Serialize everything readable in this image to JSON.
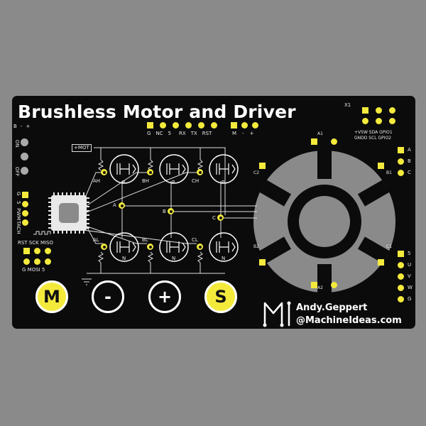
{
  "board": {
    "title": "Brushless Motor and Driver",
    "author": "Andy.Geppert",
    "handle": "@MachineIdeas.com",
    "logo_text": "MI",
    "x1_label": "X1",
    "header_top_labels": [
      "G",
      "NC",
      "5",
      "RX",
      "TX",
      "RST"
    ],
    "m_header_labels": [
      "M",
      "-",
      "+"
    ],
    "b_header_labels": [
      "B",
      "-",
      "+"
    ],
    "i2c_labels_row1": "+VSW SDA GPIO1",
    "i2c_labels_row2": "GNDD SCL GPIO2",
    "switch_labels": [
      "ON",
      "OFF"
    ],
    "left_labels": [
      "G",
      "5",
      "PWM",
      "TACH"
    ],
    "prog_labels_top": "RST SCK MISO",
    "prog_labels_bottom": "G MOSI 5",
    "mot_label": "+MOT",
    "phase_labels": [
      "A",
      "B",
      "C"
    ],
    "high_fet_labels": [
      "AH",
      "BH",
      "CH"
    ],
    "low_fet_labels": [
      "AL",
      "BL",
      "CL"
    ],
    "fet_types": [
      "P",
      "N"
    ],
    "coil_labels": [
      "A1",
      "A2",
      "B1",
      "B2",
      "C1",
      "C2"
    ],
    "right_top_labels": [
      "A",
      "B",
      "C"
    ],
    "right_bottom_labels": [
      "5",
      "U",
      "V",
      "W",
      "G"
    ],
    "buttons": [
      {
        "label": "M",
        "style": "yellow"
      },
      {
        "label": "-",
        "style": "black"
      },
      {
        "label": "+",
        "style": "black"
      },
      {
        "label": "S",
        "style": "yellow"
      }
    ]
  },
  "colors": {
    "background": "#8a8a8a",
    "board": "#0b0b0b",
    "accent": "#f4ea3c",
    "silkscreen": "#ffffff",
    "stator": "#8a8a8a"
  }
}
